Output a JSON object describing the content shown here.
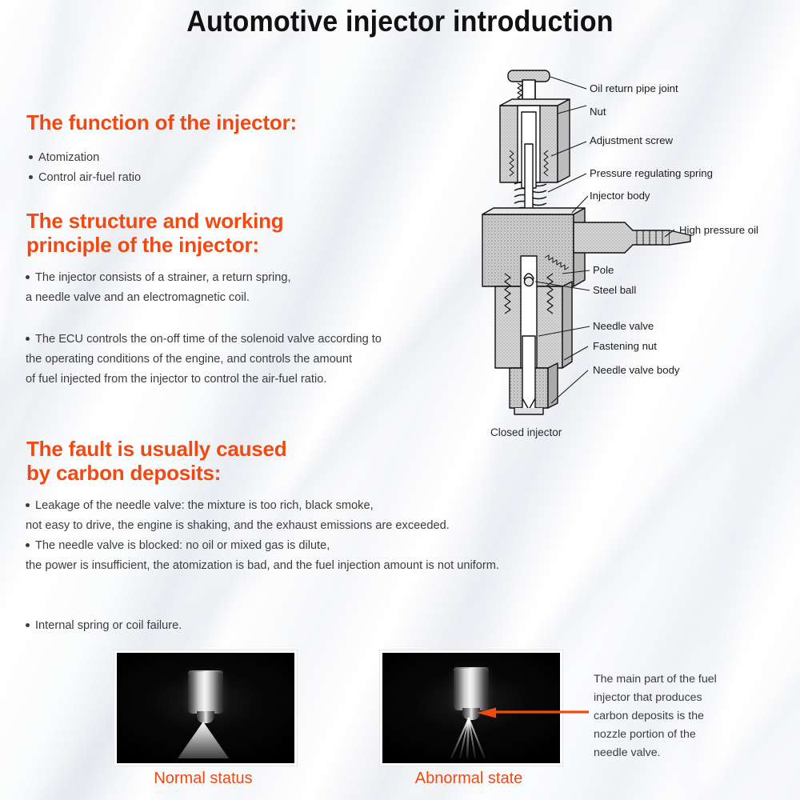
{
  "page": {
    "title": "Automotive injector introduction",
    "accent_color": "#F04A14",
    "text_color": "#3c3c3c",
    "background": "#ffffff"
  },
  "sections": [
    {
      "id": "function",
      "heading": "The function of the injector:",
      "heading_lines": [
        "The function of the injector:"
      ],
      "bullets": [
        {
          "lines": [
            "Atomization"
          ]
        },
        {
          "lines": [
            "Control air-fuel ratio"
          ]
        }
      ]
    },
    {
      "id": "structure",
      "heading": "The structure and working principle of the injector:",
      "heading_lines": [
        "The structure and working",
        "principle of the injector:"
      ],
      "bullets": [
        {
          "lines": [
            "The injector consists of a strainer, a return spring,",
            "a needle valve and an electromagnetic coil."
          ]
        },
        {
          "lines": [
            "The ECU controls the on-off time of the solenoid valve according to",
            "the operating conditions of the engine, and controls the amount",
            "of fuel injected from the injector to control the air-fuel ratio."
          ]
        }
      ]
    },
    {
      "id": "fault",
      "heading": "The fault is usually caused by carbon deposits:",
      "heading_lines": [
        "The fault is usually caused",
        "by carbon deposits:"
      ],
      "bullets": [
        {
          "lines": [
            "Leakage of the needle valve: the mixture is too rich, black smoke,",
            "not easy to drive, the engine is shaking, and the exhaust emissions are exceeded."
          ]
        },
        {
          "lines": [
            "The needle valve is blocked: no oil or mixed gas is dilute,",
            "the power is insufficient, the atomization is bad, and the fuel injection amount is not uniform."
          ]
        },
        {
          "lines": [
            "Internal spring or coil failure."
          ]
        }
      ]
    }
  ],
  "diagram": {
    "caption": "Closed injector",
    "labels": [
      {
        "id": "oil-return-pipe-joint",
        "text": "Oil return pipe joint"
      },
      {
        "id": "nut",
        "text": "Nut"
      },
      {
        "id": "adjustment-screw",
        "text": "Adjustment screw"
      },
      {
        "id": "pressure-regulating-spring",
        "text": "Pressure regulating spring"
      },
      {
        "id": "injector-body",
        "text": "Injector body"
      },
      {
        "id": "high-pressure-oil",
        "text": "High pressure oil"
      },
      {
        "id": "pole",
        "text": "Pole"
      },
      {
        "id": "steel-ball",
        "text": "Steel ball"
      },
      {
        "id": "needle-valve",
        "text": "Needle valve"
      },
      {
        "id": "fastening-nut",
        "text": "Fastening nut"
      },
      {
        "id": "needle-valve-body",
        "text": "Needle valve body"
      }
    ]
  },
  "photos": [
    {
      "id": "normal",
      "caption": "Normal status",
      "spray": "cone"
    },
    {
      "id": "abnormal",
      "caption": "Abnormal state",
      "spray": "streaks"
    }
  ],
  "annotation": {
    "lines": [
      "The main part of the fuel",
      "injector that produces",
      "carbon deposits is the",
      "nozzle portion of the",
      "needle valve."
    ],
    "text": "The main part of the fuel injector that produces carbon deposits is the nozzle portion of the needle valve.",
    "arrow_color": "#EE4B13"
  }
}
